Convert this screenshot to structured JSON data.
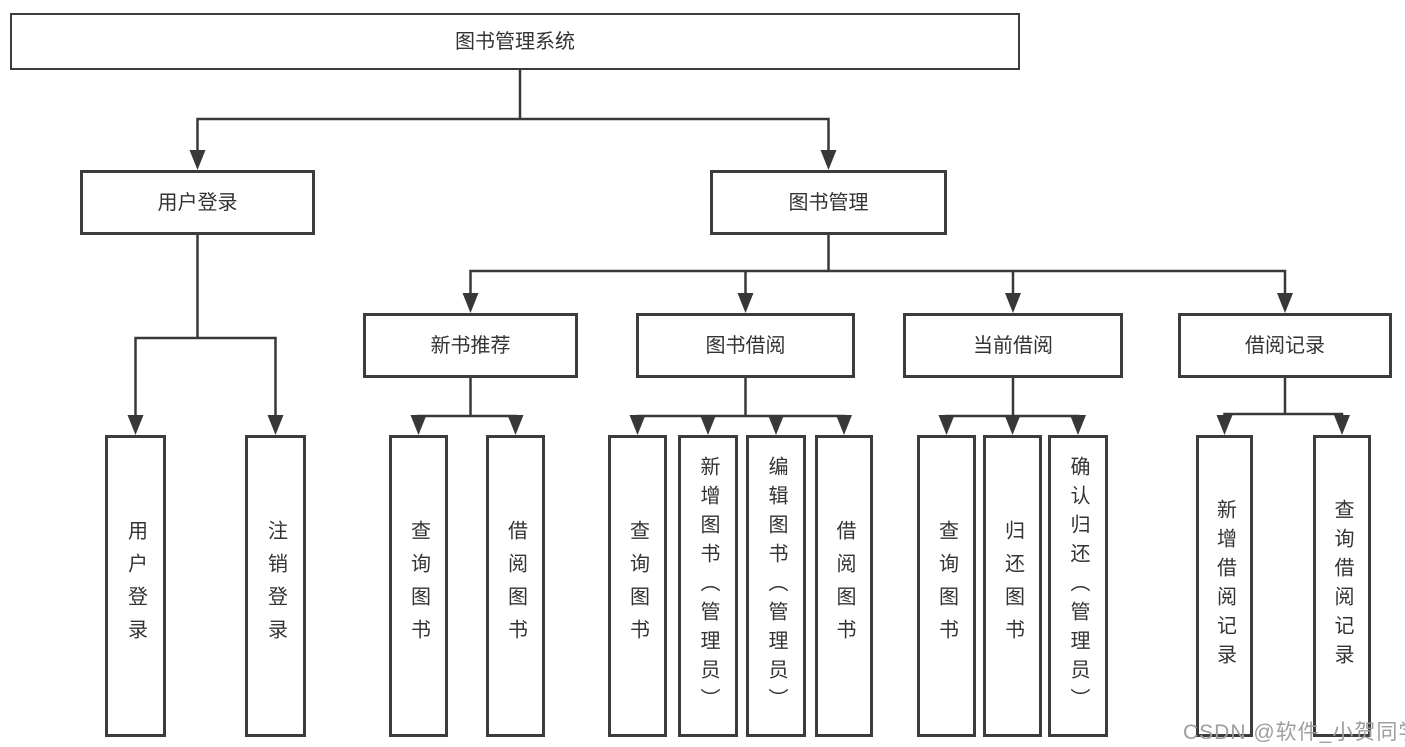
{
  "nodes": {
    "root": "图书管理系统",
    "user_login": "用户登录",
    "book_management": "图书管理",
    "new_book_recommend": "新书推荐",
    "book_borrowing": "图书借阅",
    "current_borrowing": "当前借阅",
    "borrowing_records": "借阅记录",
    "user_login_leaf": "用户登录",
    "logout_leaf": "注销登录",
    "recommend_query_books": "查询图书",
    "recommend_borrow_books": "借阅图书",
    "borrowing_query_books": "查询图书",
    "borrowing_add_books": "新增图书（管理员）",
    "borrowing_edit_books": "编辑图书（管理员）",
    "borrowing_borrow_books": "借阅图书",
    "current_query_books": "查询图书",
    "current_return_books": "归还图书",
    "current_confirm_return": "确认归还（管理员）",
    "records_add_record": "新增借阅记录",
    "records_query_record": "查询借阅记录"
  },
  "watermark": "CSDN @软件_小贺同学",
  "colors": {
    "line": "#383838",
    "box_border": "#3c3c3c",
    "text": "#333333",
    "watermark_text": "#9e9e9e",
    "background": "#ffffff"
  }
}
